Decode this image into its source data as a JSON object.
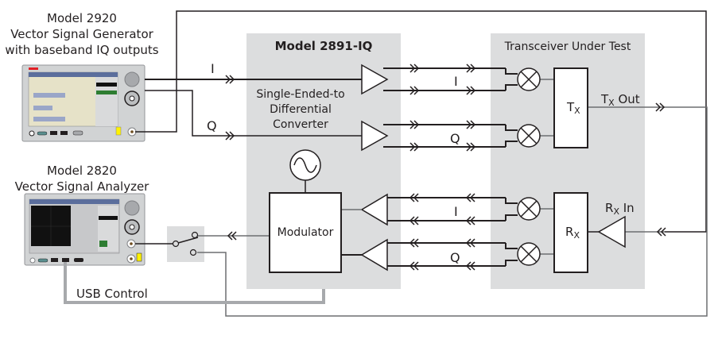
{
  "generator": {
    "title_line1": "Model 2920",
    "title_line2": "Vector Signal Generator",
    "title_line3": "with baseband IQ outputs"
  },
  "analyzer": {
    "title_line1": "Model 2820",
    "title_line2": "Vector Signal Analyzer"
  },
  "converter_box": {
    "title": "Model 2891-IQ",
    "converter_line1": "Single-Ended-to",
    "converter_line2": "Differential",
    "converter_line3": "Converter",
    "modulator_label": "Modulator"
  },
  "transceiver_box": {
    "title": "Transceiver Under Test",
    "tx_label": "T",
    "tx_sub": "X",
    "rx_label": "R",
    "rx_sub": "X",
    "tx_out_label": "T",
    "tx_out_sub": "X",
    "tx_out_suffix": " Out",
    "rx_in_label": "R",
    "rx_in_sub": "X",
    "rx_in_suffix": " In"
  },
  "signals": {
    "i_label": "I",
    "q_label": "Q"
  },
  "usb_label": "USB Control",
  "colors": {
    "panel_gray": "#dcddde",
    "line_dark": "#231f20",
    "line_gray": "#6d6e71",
    "usb_gray": "#a7a9ac",
    "brand_red": "#e21f26"
  }
}
